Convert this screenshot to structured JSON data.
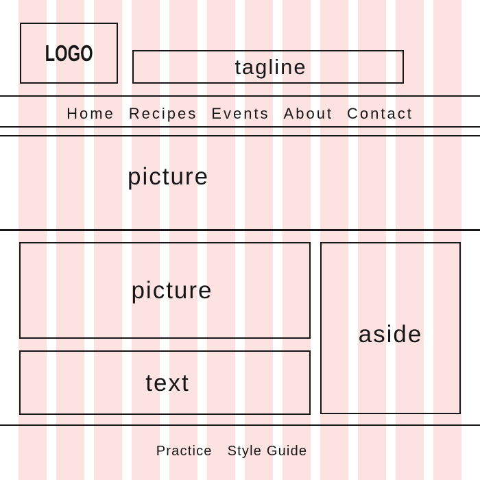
{
  "colors": {
    "stripe": "#fce2e1",
    "ink": "#161616"
  },
  "header": {
    "logo_label": "LOGO",
    "tagline_label": "tagline"
  },
  "nav": {
    "items": [
      {
        "label": "Home"
      },
      {
        "label": "Recipes"
      },
      {
        "label": "Events"
      },
      {
        "label": "About"
      },
      {
        "label": "Contact"
      }
    ]
  },
  "hero": {
    "placeholder_label": "picture"
  },
  "content": {
    "picture_box_label": "picture",
    "text_box_label": "text",
    "aside_box_label": "aside"
  },
  "footer": {
    "site_name": "Practice",
    "page_name": "Style Guide"
  }
}
